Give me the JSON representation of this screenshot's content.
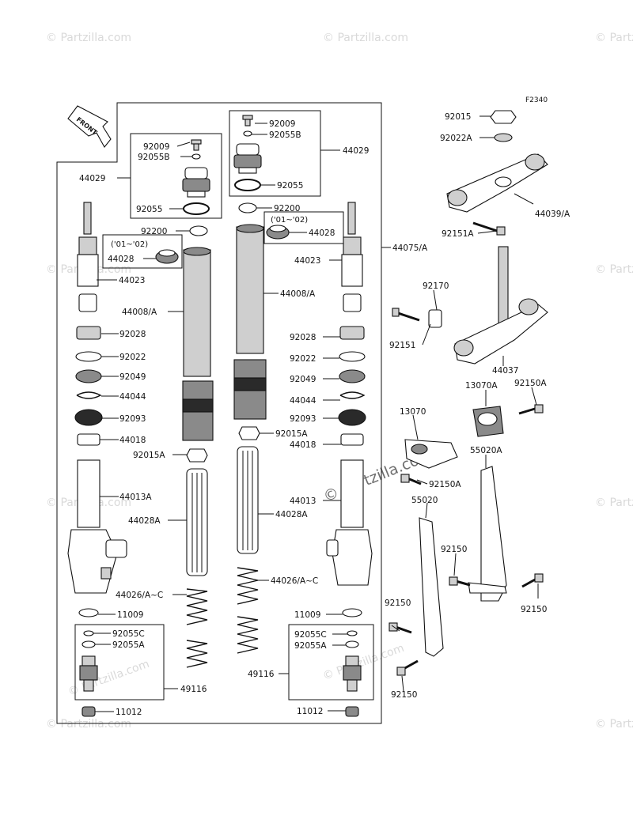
{
  "diagram_code": "F2340",
  "front_label": "FRONT",
  "watermark": "© Partzilla.com",
  "watermark_center": "© Partzilla.com",
  "labels": {
    "l44029_left": "44029",
    "l92009_l": "92009",
    "l92055B_l": "92055B",
    "l92055_l": "92055",
    "l92200_l": "92200",
    "l0102_l": "('01~'02)",
    "l44028_l": "44028",
    "l44023_l": "44023",
    "l44008A_l": "44008/A",
    "l92028_l": "92028",
    "l92022_l": "92022",
    "l92049_l": "92049",
    "l44044_l": "44044",
    "l92093_l": "92093",
    "l44018_l": "44018",
    "l92015A_l": "92015A",
    "l44013A": "44013A",
    "l44028A_l": "44028A",
    "l44026_l": "44026/A~C",
    "l11009_l": "11009",
    "l92055C_l": "92055C",
    "l92055A_l": "92055A",
    "l49116_l": "49116",
    "l11012_l": "11012",
    "l92009_r": "92009",
    "l92055B_r": "92055B",
    "l44029_r": "44029",
    "l92055_r": "92055",
    "l92200_r": "92200",
    "l0102_r": "('01~'02)",
    "l44028_r": "44028",
    "l44075A": "44075/A",
    "l44023_r": "44023",
    "l44008A_r": "44008/A",
    "l92028_r": "92028",
    "l92022_r": "92022",
    "l92049_r": "92049",
    "l44044_r": "44044",
    "l92093_r": "92093",
    "l92015A_r": "92015A",
    "l44018_r": "44018",
    "l44013": "44013",
    "l44028A_r": "44028A",
    "l44026_r": "44026/A~C",
    "l11009_r": "11009",
    "l92055C_r": "92055C",
    "l92055A_r": "92055A",
    "l49116_r": "49116",
    "l11012_r": "11012",
    "l92015": "92015",
    "l92022A": "92022A",
    "l44039A": "44039/A",
    "l92151A": "92151A",
    "l92170": "92170",
    "l92151": "92151",
    "l44037": "44037",
    "l13070A": "13070A",
    "l92150A_t": "92150A",
    "l13070": "13070",
    "l92150A_m": "92150A",
    "l55020A": "55020A",
    "l55020": "55020",
    "l92150_a": "92150",
    "l92150_b": "92150",
    "l92150_c": "92150",
    "l92150_d": "92150"
  }
}
